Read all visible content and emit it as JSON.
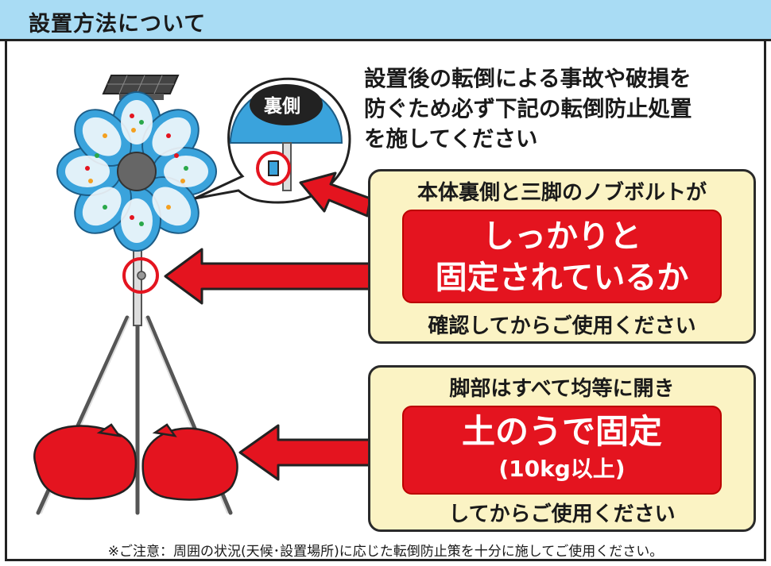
{
  "header": {
    "title": "設置方法について"
  },
  "bubble": {
    "label": "裏側"
  },
  "warning": {
    "lines": [
      "設置後の転倒による事故や破損を",
      "防ぐため必ず下記の転倒防止処置",
      "を施してください"
    ]
  },
  "panel1": {
    "top": "本体裏側と三脚のノブボルトが",
    "red_line1": "しっかりと",
    "red_line2": "固定されているか",
    "bottom": "確認してからご使用ください"
  },
  "panel2": {
    "top": "脚部はすべて均等に開き",
    "red_line1": "土のうで固定",
    "red_line2": "(10kg以上)",
    "bottom": "してからご使用ください"
  },
  "footer": {
    "note": "※ご注意：周囲の状況(天候･設置場所)に応じた転倒防止策を十分に施してご使用ください。"
  },
  "colors": {
    "header_bg": "#a9dcf4",
    "accent_red": "#e4141f",
    "panel_bg": "#fbf3c4",
    "wheel_blue": "#3aa3dc"
  }
}
